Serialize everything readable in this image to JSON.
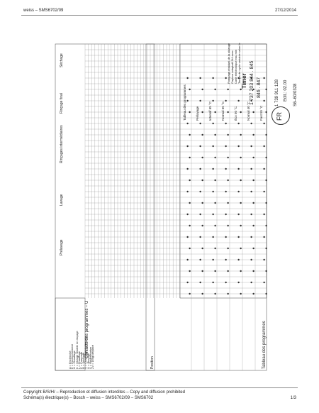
{
  "header": {
    "left": "weiss – SMS6702/09",
    "right": "27/12/2014"
  },
  "footer": {
    "line1": "Copyright B/S/H/ – Reproduction et diffusion interdites – Copy and diffusion prohibited",
    "line2": "Schéma(s) électrique(s) – Bosch – weiss – SMS6702/09 – SMS6702",
    "page": "1/3"
  },
  "sheet": {
    "left_title": "Contacts des programmes – U",
    "table_title": "Tableau des programmes",
    "position_label": "Position",
    "sections": [
      "Prélavage",
      "Lavage",
      "Rinçages intermédiaires",
      "Rinçage final",
      "Séchage"
    ],
    "left_rows": [
      "1",
      "2",
      "3",
      "4",
      "5",
      "6",
      "7",
      "8"
    ],
    "legend": [
      "A = Enclenché",
      "E = Enclenchement",
      "H = Chauffage",
      "K = Charge flexible en rinçage",
      "L = Chauffage",
      "P = Pompage",
      "R = Séchage",
      "S = Chauffage d'allongeur",
      "U = Rinçage",
      "V = Régénération",
      "ZV = Doigt déplacé"
    ],
    "program_table_header": [
      "Tableau des programmes",
      "Prélavage",
      "Intensif 65 °C",
      "Normal 65 °C",
      "Éco 50 °C",
      "Normal 40 °C",
      "Fast 55 °C"
    ],
    "program_table_cols": [
      "H",
      "H",
      "K",
      "K"
    ],
    "notes": [
      "Pompage résiduel de la vidange",
      "Capteur adaptatif 3/4 avec",
      "Carte électronique eau min",
      "Temps de cycle variable selon le"
    ],
    "kit": "1 737 203 844 . 845",
    "kit2": "846 . 847",
    "brand": "Timer",
    "doc_number": "1 739 911 128",
    "edit": "Edit.: 02.00",
    "date_code": "S6–60/0328",
    "country": "FR"
  }
}
